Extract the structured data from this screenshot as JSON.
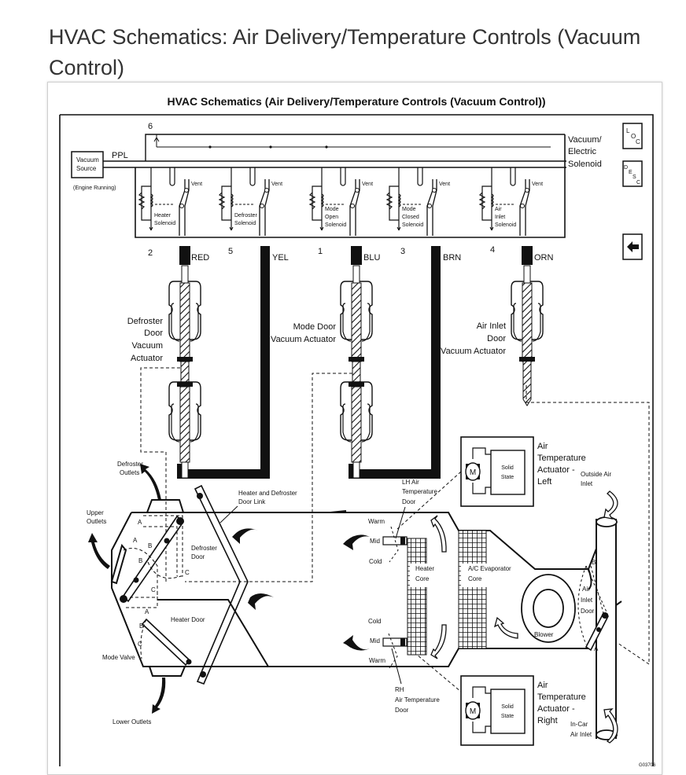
{
  "page": {
    "title": "HVAC Schematics: Air Delivery/Temperature Controls (Vacuum Control)"
  },
  "diagram": {
    "title": "HVAC Schematics (Air Delivery/Temperature Controls (Vacuum Control))",
    "buttons": {
      "loc": {
        "letters": [
          "L",
          "O",
          "C"
        ],
        "icon": "loc-icon"
      },
      "desc": {
        "letters": [
          "D",
          "E",
          "S",
          "C"
        ],
        "icon": "desc-icon"
      },
      "back": {
        "icon": "arrow-left-icon"
      }
    },
    "vacuum_source": {
      "line1": "Vacuum",
      "line2": "Source",
      "note": "(Engine Running)"
    },
    "supply_line": {
      "label": "PPL",
      "terminal": "6"
    },
    "solenoid_assembly": {
      "line1": "Vacuum/",
      "line2": "Electric",
      "line3": "Solenoid"
    },
    "solenoids": [
      {
        "terminal": "2",
        "label_lines": [
          "Heater",
          "Solenoid"
        ],
        "vent": "Vent",
        "hose": "RED"
      },
      {
        "terminal": "5",
        "label_lines": [
          "Defroster",
          "Solenoid"
        ],
        "vent": "Vent",
        "hose": "YEL"
      },
      {
        "terminal": "1",
        "label_lines": [
          "Mode",
          "Open",
          "Solenoid"
        ],
        "vent": "Vent",
        "hose": "BLU"
      },
      {
        "terminal": "3",
        "label_lines": [
          "Mode",
          "Closed",
          "Solenoid"
        ],
        "vent": "Vent",
        "hose": "BRN"
      },
      {
        "terminal": "4",
        "label_lines": [
          "Air",
          "Inlet",
          "Solenoid"
        ],
        "vent": "Vent",
        "hose": "ORN"
      }
    ],
    "actuators": {
      "defroster": [
        "Defroster",
        "Door",
        "Vacuum",
        "Actuator"
      ],
      "mode": [
        "Mode Door",
        "Vacuum Actuator"
      ],
      "air_inlet": [
        "Air Inlet",
        "Door",
        "Vacuum Actuator"
      ]
    },
    "case_labels": {
      "defroster_outlets": [
        "Defroster",
        "Outlets"
      ],
      "upper_outlets": [
        "Upper",
        "Outlets"
      ],
      "lower_outlets": "Lower Outlets",
      "door_link": [
        "Heater and Defroster",
        "Door Link"
      ],
      "defroster_door": [
        "Defroster",
        "Door"
      ],
      "heater_door": "Heater Door",
      "mode_valve": "Mode Valve",
      "positions": [
        "A",
        "B",
        "C"
      ],
      "lh_door": [
        "LH Air",
        "Temperature",
        "Door"
      ],
      "rh_door": [
        "RH",
        "Air Temperature",
        "Door"
      ],
      "warm": "Warm",
      "mid": "Mid",
      "cold": "Cold",
      "heater_core": [
        "Heater",
        "Core"
      ],
      "evaporator": [
        "A/C Evaporator",
        "Core"
      ],
      "blower": "Blower",
      "air_inlet_door": [
        "Air",
        "Inlet",
        "Door"
      ],
      "outside_air": [
        "Outside Air",
        "Inlet"
      ],
      "incar_air": [
        "In-Car",
        "Air Inlet"
      ]
    },
    "temp_actuators": {
      "left": {
        "label_lines": [
          "Air",
          "Temperature",
          "Actuator -",
          "Left"
        ],
        "motor": "M",
        "module": [
          "Solid",
          "State"
        ]
      },
      "right": {
        "label_lines": [
          "Air",
          "Temperature",
          "Actuator -",
          "Right"
        ],
        "motor": "M",
        "module": [
          "Solid",
          "State"
        ]
      }
    },
    "figure_id": "G03706"
  },
  "colors": {
    "ink": "#111111",
    "title": "#333333",
    "frame_border": "#cfcfcf"
  }
}
